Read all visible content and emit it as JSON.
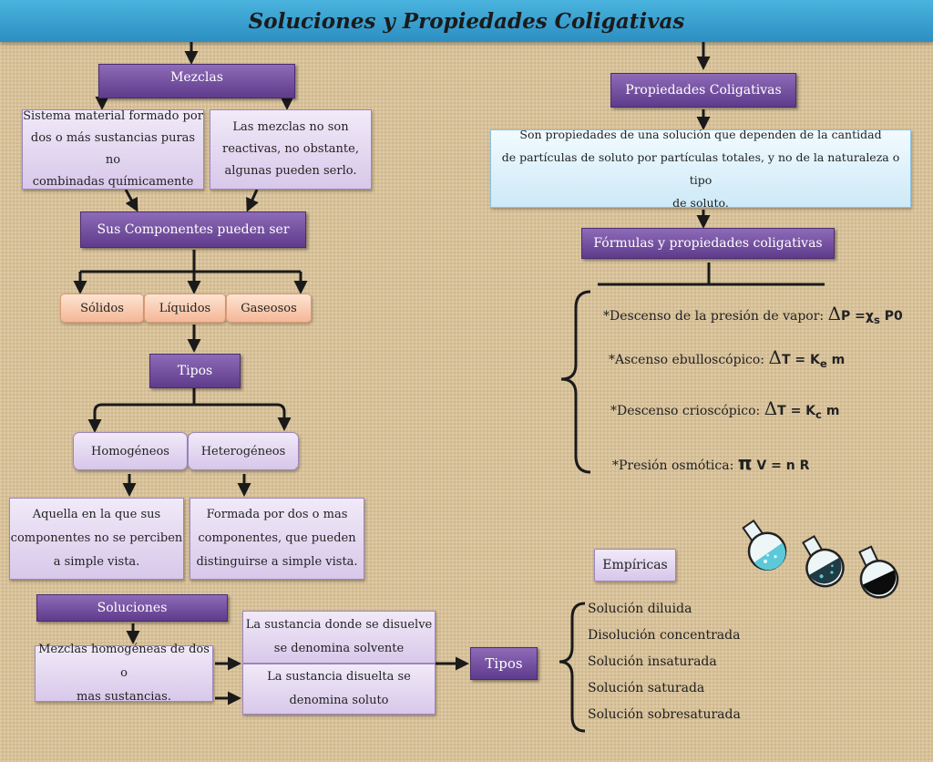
{
  "title": "Soluciones y Propiedades Coligativas",
  "mezclas": {
    "label": "Mezclas",
    "definition": [
      "Sistema material formado por",
      "dos o más sustancias puras no",
      "combinadas químicamente"
    ],
    "note": [
      "Las mezclas no son",
      "reactivas, no obstante,",
      "algunas pueden serlo."
    ],
    "componentes_label": "Sus Componentes pueden ser",
    "componentes": [
      "Sólidos",
      "Líquidos",
      "Gaseosos"
    ],
    "tipos_label": "Tipos",
    "tipos": [
      "Homogéneos",
      "Heterogéneos"
    ],
    "homogeneo_desc": [
      "Aquella en la que sus",
      "componentes no se perciben",
      "a simple vista."
    ],
    "heterogeneo_desc": [
      "Formada por dos o mas",
      "componentes, que pueden",
      "distinguirse a simple vista."
    ]
  },
  "soluciones": {
    "label": "Soluciones",
    "definition": [
      "Mezclas homogéneas de dos o",
      "mas sustancias."
    ],
    "solvente": [
      "La sustancia donde se disuelve",
      "se denomina solvente"
    ],
    "soluto": [
      "La sustancia disuelta se",
      "denomina soluto"
    ],
    "tipos_label": "Tipos",
    "empiricas_label": "Empíricas",
    "tipos": [
      "Solución diluida",
      "Disolución concentrada",
      "Solución insaturada",
      "Solución saturada",
      "Solución sobresaturada"
    ]
  },
  "propiedades": {
    "label": "Propiedades Coligativas",
    "definition": [
      "Son propiedades de una solución que dependen de la cantidad",
      "de partículas de soluto por partículas totales, y no de la naturaleza o tipo",
      "de soluto."
    ],
    "formulas_label": "Fórmulas y propiedades coligativas",
    "formulas": [
      {
        "label": "*Descenso de la presión de vapor:",
        "symbol": "Δ",
        "expr": "P =χ",
        "sub": "s",
        "tail": " P0"
      },
      {
        "label": "*Ascenso ebulloscópico:",
        "symbol": "Δ",
        "expr": "T = K",
        "sub": "e",
        "tail": " m"
      },
      {
        "label": "*Descenso crioscópico:",
        "symbol": "Δ",
        "expr": "T = K",
        "sub": "c",
        "tail": " m"
      },
      {
        "label": "*Presión osmótica:",
        "symbol": "π",
        "expr": " V = n R",
        "sub": "",
        "tail": ""
      }
    ]
  },
  "icons": [
    "flask-light-blue-icon",
    "flask-dark-blue-icon",
    "flask-black-icon"
  ],
  "colors": {
    "title_bar": "#2c8fc2",
    "purple_box": "#5f3b8c",
    "lilac_box": "#d7c6ea",
    "blue_box": "#cde9f7",
    "peach_box": "#f4b796",
    "background": "#dcc49a"
  }
}
